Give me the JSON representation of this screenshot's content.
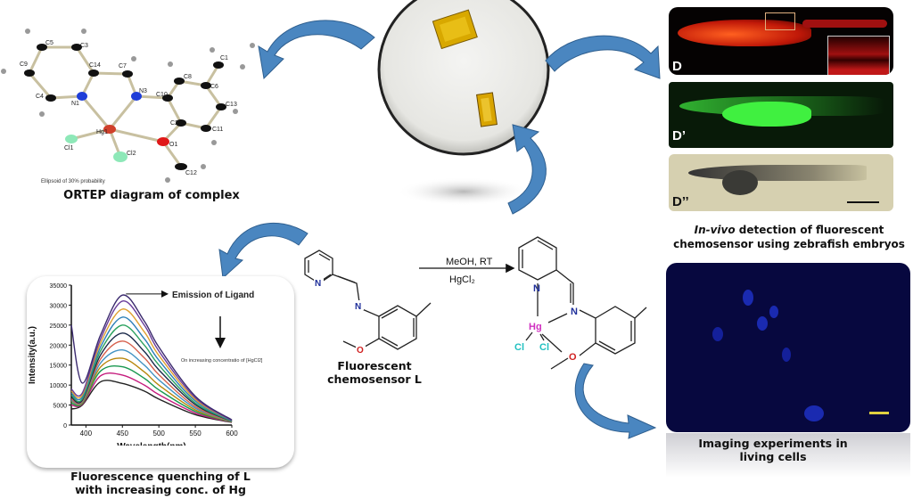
{
  "ortep": {
    "title": "ORTEP diagram of complex",
    "note": "Ellipsoid of 30% probability",
    "atoms": [
      {
        "label": "Hg1",
        "color": "#d0402a"
      },
      {
        "label": "N1",
        "color": "#1f3ed8"
      },
      {
        "label": "N3",
        "color": "#1f3ed8"
      },
      {
        "label": "Cl1",
        "color": "#8ee8b8"
      },
      {
        "label": "Cl2",
        "color": "#8ee8b8"
      },
      {
        "label": "O1",
        "color": "#e01818"
      },
      {
        "label": "C1"
      },
      {
        "label": "C2"
      },
      {
        "label": "C3"
      },
      {
        "label": "C4"
      },
      {
        "label": "C5"
      },
      {
        "label": "C6"
      },
      {
        "label": "C7"
      },
      {
        "label": "C8"
      },
      {
        "label": "C9"
      },
      {
        "label": "C10"
      },
      {
        "label": "C11"
      },
      {
        "label": "C12"
      },
      {
        "label": "C13"
      },
      {
        "label": "C14"
      }
    ]
  },
  "spectrum": {
    "caption_line1": "Fluorescence quenching of L",
    "caption_line2": "with increasing conc. of Hg",
    "annotation_top": "Emission of Ligand",
    "annotation_mid": "On increasing concentratio of [HgCl2]"
  },
  "chart_data": {
    "type": "line",
    "xlabel": "Wavelength(nm)",
    "ylabel": "Intensity(a.u.)",
    "xlim": [
      380,
      600
    ],
    "ylim": [
      0,
      35000
    ],
    "x_ticks": [
      400,
      450,
      500,
      550,
      600
    ],
    "y_ticks": [
      0,
      5000,
      10000,
      15000,
      20000,
      25000,
      30000,
      35000
    ],
    "grid": false,
    "x": [
      380,
      395,
      420,
      450,
      480,
      500,
      550,
      600
    ],
    "series": [
      {
        "values": [
          25000,
          10500,
          22500,
          32500,
          26000,
          19500,
          7200,
          1300
        ],
        "color": "#3b2a6e"
      },
      {
        "values": [
          9000,
          8000,
          21500,
          31000,
          25000,
          18500,
          6800,
          1200
        ],
        "color": "#6a3d9a"
      },
      {
        "values": [
          8500,
          7500,
          20500,
          29000,
          23300,
          17400,
          6400,
          1200
        ],
        "color": "#e0a030"
      },
      {
        "values": [
          8000,
          7000,
          19500,
          27000,
          21600,
          16200,
          6000,
          1100
        ],
        "color": "#2c7fb8"
      },
      {
        "values": [
          7500,
          6500,
          18500,
          25000,
          20000,
          15000,
          5500,
          1000
        ],
        "color": "#2ca25f"
      },
      {
        "values": [
          7000,
          6200,
          17500,
          23000,
          18400,
          13800,
          5100,
          950
        ],
        "color": "#1b2a4a"
      },
      {
        "values": [
          6500,
          6000,
          16500,
          21000,
          16800,
          12600,
          4600,
          900
        ],
        "color": "#d6604d"
      },
      {
        "values": [
          6200,
          5800,
          15500,
          18800,
          15000,
          11300,
          4200,
          850
        ],
        "color": "#4393c3"
      },
      {
        "values": [
          6000,
          5600,
          14500,
          16700,
          13300,
          10000,
          3800,
          800
        ],
        "color": "#b8860b"
      },
      {
        "values": [
          5500,
          5400,
          13500,
          14600,
          11700,
          8800,
          3400,
          750
        ],
        "color": "#1a9850"
      },
      {
        "values": [
          5000,
          5200,
          12300,
          12500,
          10000,
          7600,
          3000,
          700
        ],
        "color": "#c51b7d"
      },
      {
        "values": [
          4000,
          5000,
          10800,
          10400,
          8500,
          6500,
          2600,
          650
        ],
        "color": "#222222"
      }
    ]
  },
  "reaction": {
    "reagent_top": "MeOH, RT",
    "reagent_bottom": "HgCl₂",
    "ligand_label": "Fluorescent chemosensor L",
    "atoms": {
      "N": "N",
      "O": "O",
      "Hg": "Hg",
      "Cl": "Cl"
    },
    "colors": {
      "N": "#1f2f9a",
      "O": "#d02020",
      "Hg": "#d030c0",
      "Cl": "#20c0c0"
    }
  },
  "zebrafish": {
    "panel_labels": [
      "D",
      "D’",
      "D’’"
    ],
    "caption_italic": "In-vivo",
    "caption_rest": " detection of fluorescent",
    "caption_line2": "chemosensor using zebrafish embryos"
  },
  "cells": {
    "caption_line1": "Imaging experiments in",
    "caption_line2": "living cells"
  },
  "colors": {
    "arrow": "#4a86c0",
    "arrow_dark": "#2f5f8f"
  }
}
